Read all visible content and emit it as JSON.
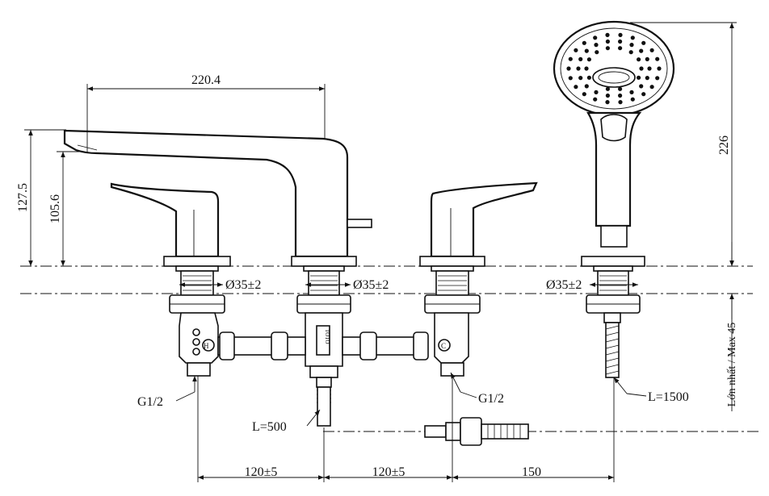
{
  "dimensions": {
    "spout_reach": "220.4",
    "spout_height_total": "127.5",
    "spout_height_outlet": "105.6",
    "hole_dia_left": "Ø35±2",
    "hole_dia_center": "Ø35±2",
    "hole_dia_shower": "Ø35±2",
    "shower_height": "226",
    "deck_thickness": "Lớn nhất / Max 45",
    "thread_left": "G1/2",
    "thread_right": "G1/2",
    "hose_center": "L=500",
    "hose_shower": "L=1500",
    "spacing_1": "120±5",
    "spacing_2": "120±5",
    "spacing_3": "150"
  },
  "labels": {
    "hot": "H",
    "cold": "C",
    "brand": "TOTO"
  },
  "colors": {
    "line": "#111111",
    "background": "#ffffff"
  }
}
